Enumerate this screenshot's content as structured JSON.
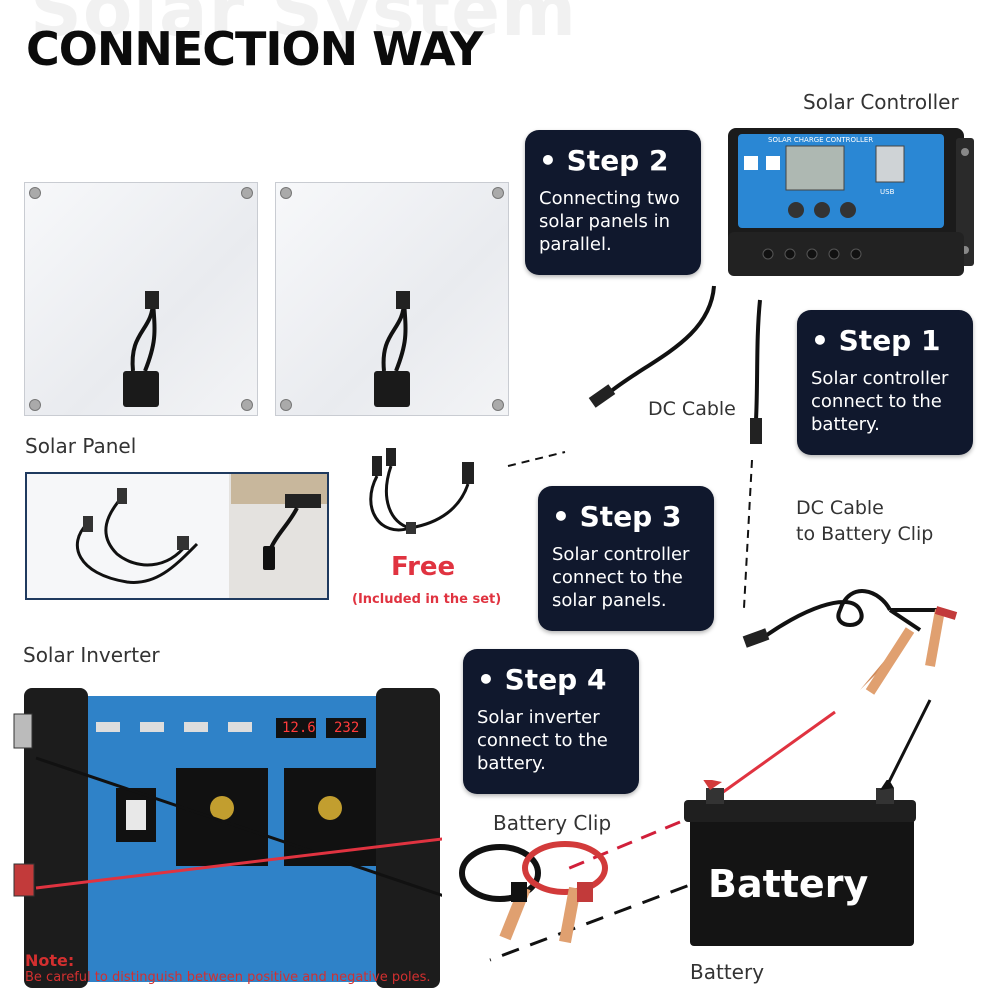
{
  "watermark": "Solar System",
  "title": "CONNECTION WAY",
  "labels": {
    "solar_controller": "Solar Controller",
    "solar_panel": "Solar Panel",
    "solar_inverter": "Solar Inverter",
    "dc_cable": "DC Cable",
    "dc_cable_clip_line1": "DC Cable",
    "dc_cable_clip_line2": "to Battery Clip",
    "battery_clip": "Battery Clip",
    "battery": "Battery"
  },
  "steps": [
    {
      "head": "• Step 2",
      "body": "Connecting two solar panels in parallel."
    },
    {
      "head": "• Step 1",
      "body": "Solar controller connect to the battery."
    },
    {
      "head": "• Step 3",
      "body": "Solar controller connect to the solar panels."
    },
    {
      "head": "• Step 4",
      "body": "Solar inverter connect to the battery."
    }
  ],
  "free": {
    "title": "Free",
    "subtitle": "(Included in the set)"
  },
  "controller": {
    "brand": "SOLAR CHARGE CONTROLLER",
    "usb": "USB"
  },
  "inverter": {
    "display1": "12.6",
    "display2": "232"
  },
  "battery_text": "Battery",
  "note": {
    "title": "Note:",
    "body": "Be careful to distinguish between positive and negative poles."
  },
  "colors": {
    "step_bg": "#10182d",
    "accent_red": "#e03340",
    "inverter_blue": "#2f82c8"
  }
}
